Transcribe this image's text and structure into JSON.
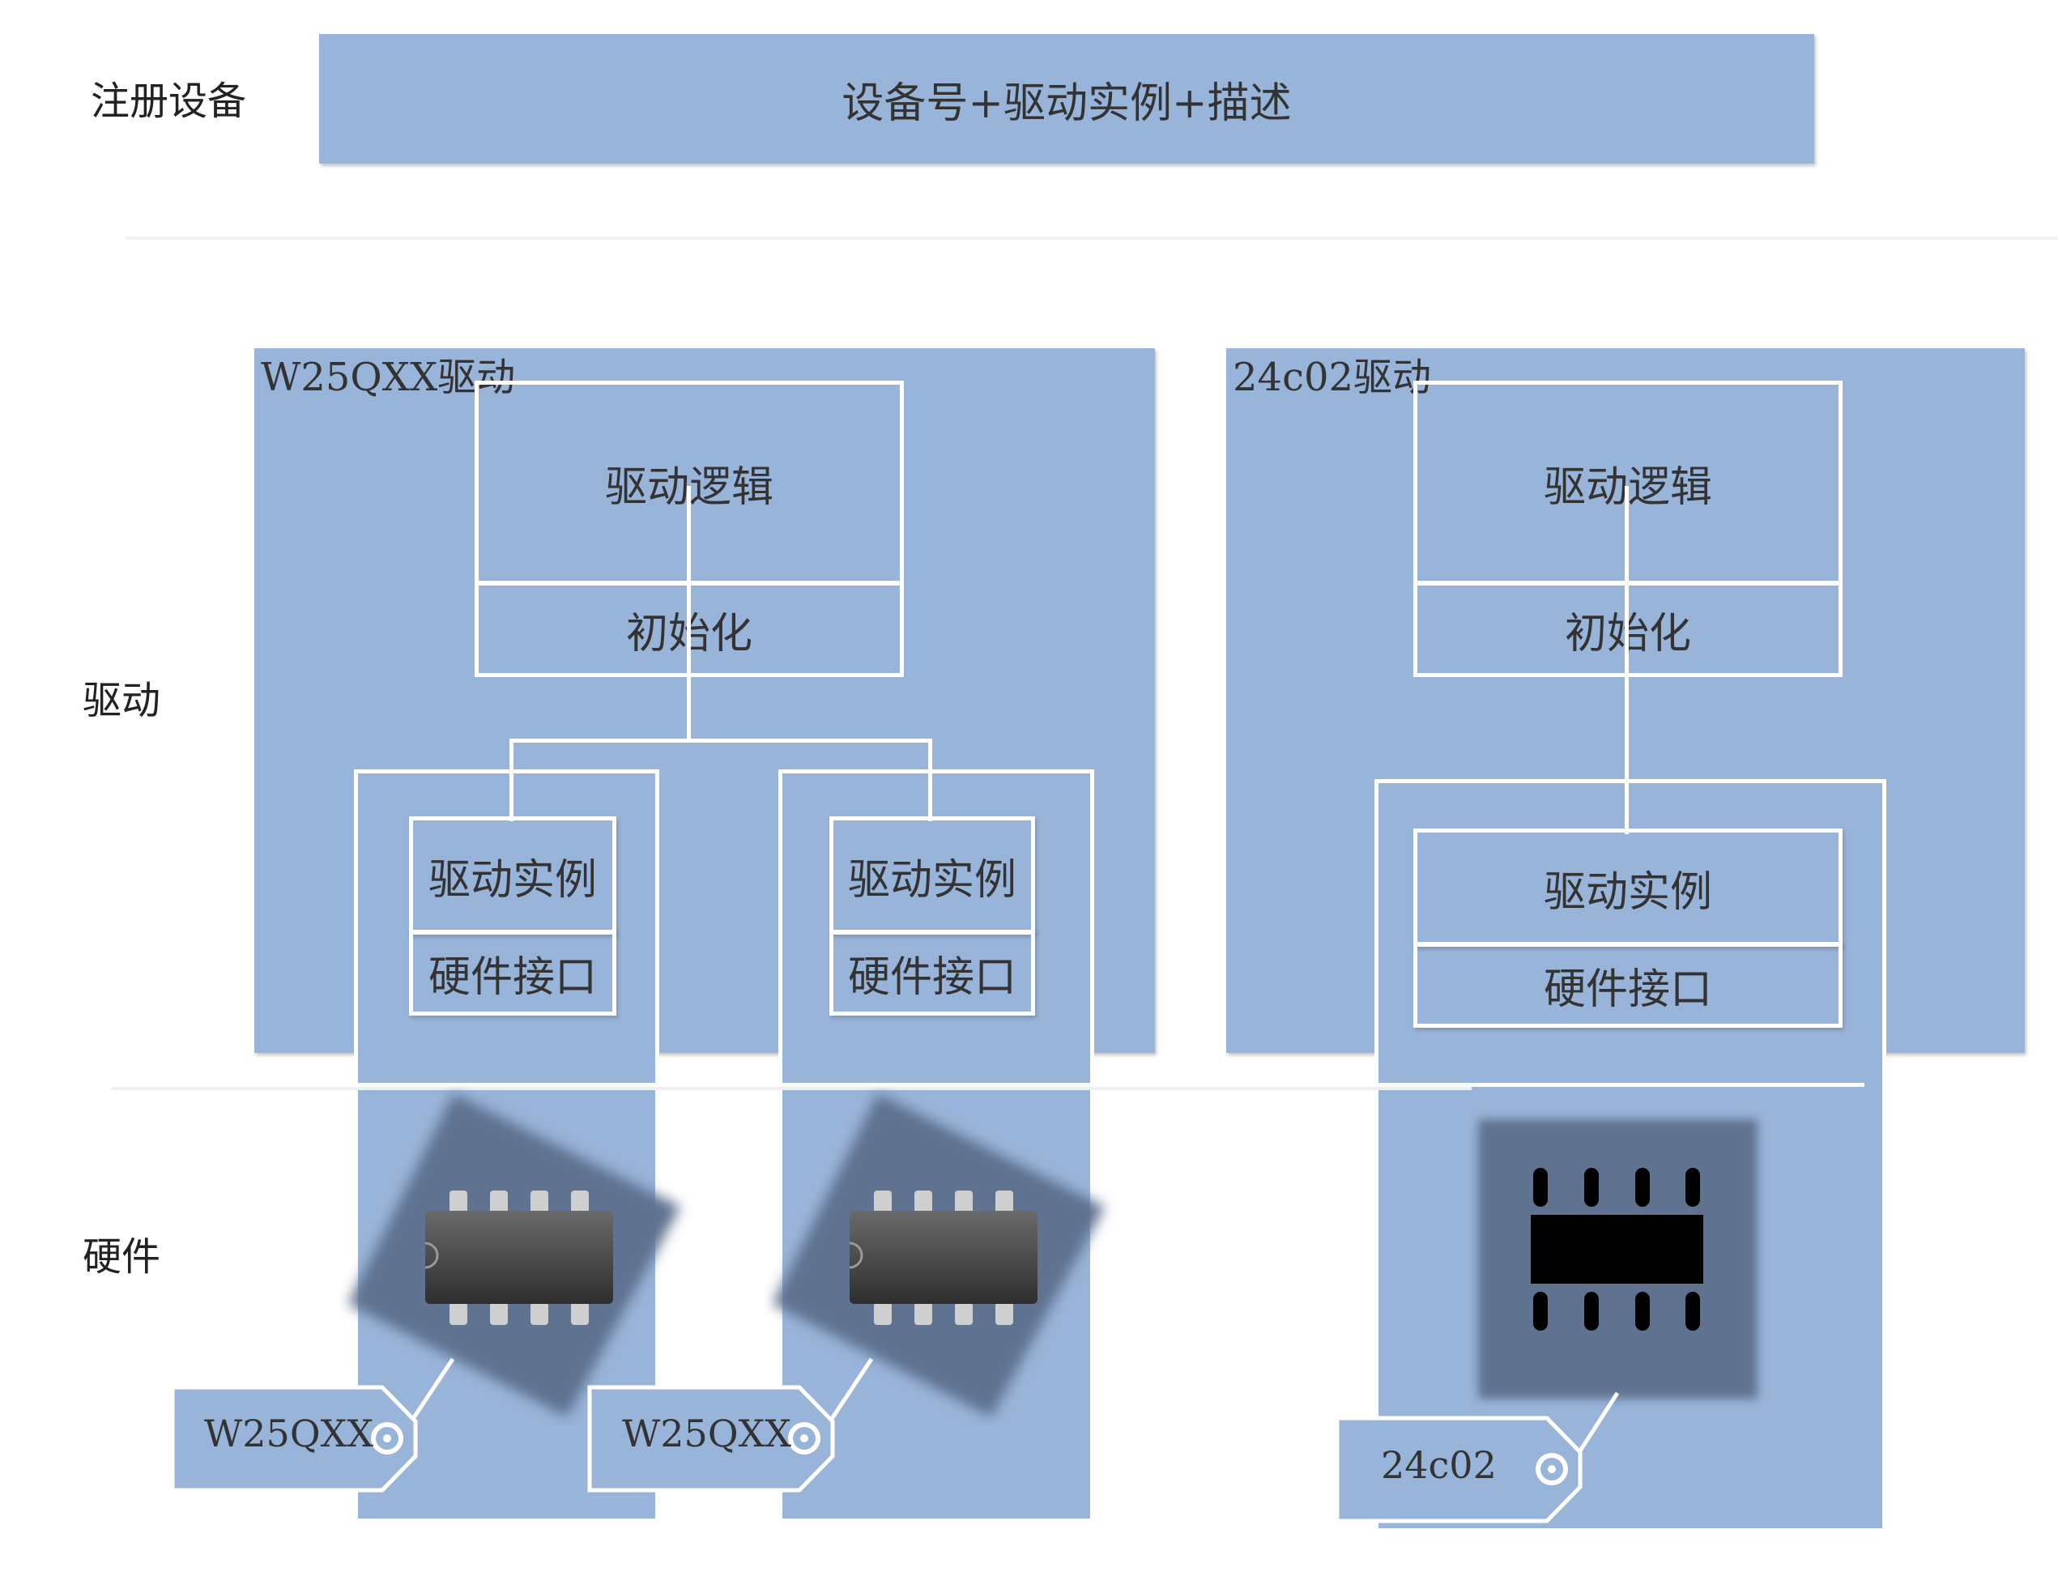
{
  "rows": {
    "register": "注册设备",
    "driver": "驱动",
    "hardware": "硬件"
  },
  "register_bar": {
    "text": "设备号+驱动实例+描述"
  },
  "drivers": [
    {
      "title": "W25QXX驱动",
      "logic": "驱动逻辑",
      "init": "初始化",
      "instances": [
        {
          "name": "驱动实例",
          "iface": "硬件接口",
          "tag": "W25QXX"
        },
        {
          "name": "驱动实例",
          "iface": "硬件接口",
          "tag": "W25QXX"
        }
      ]
    },
    {
      "title": "24c02驱动",
      "logic": "驱动逻辑",
      "init": "初始化",
      "instances": [
        {
          "name": "驱动实例",
          "iface": "硬件接口",
          "tag": "24c02"
        }
      ]
    }
  ],
  "colors": {
    "panel": "#99b4d9",
    "line": "#ffffff",
    "chip_shadow": "#5f7290",
    "chip_body": "#3a3a3a"
  }
}
